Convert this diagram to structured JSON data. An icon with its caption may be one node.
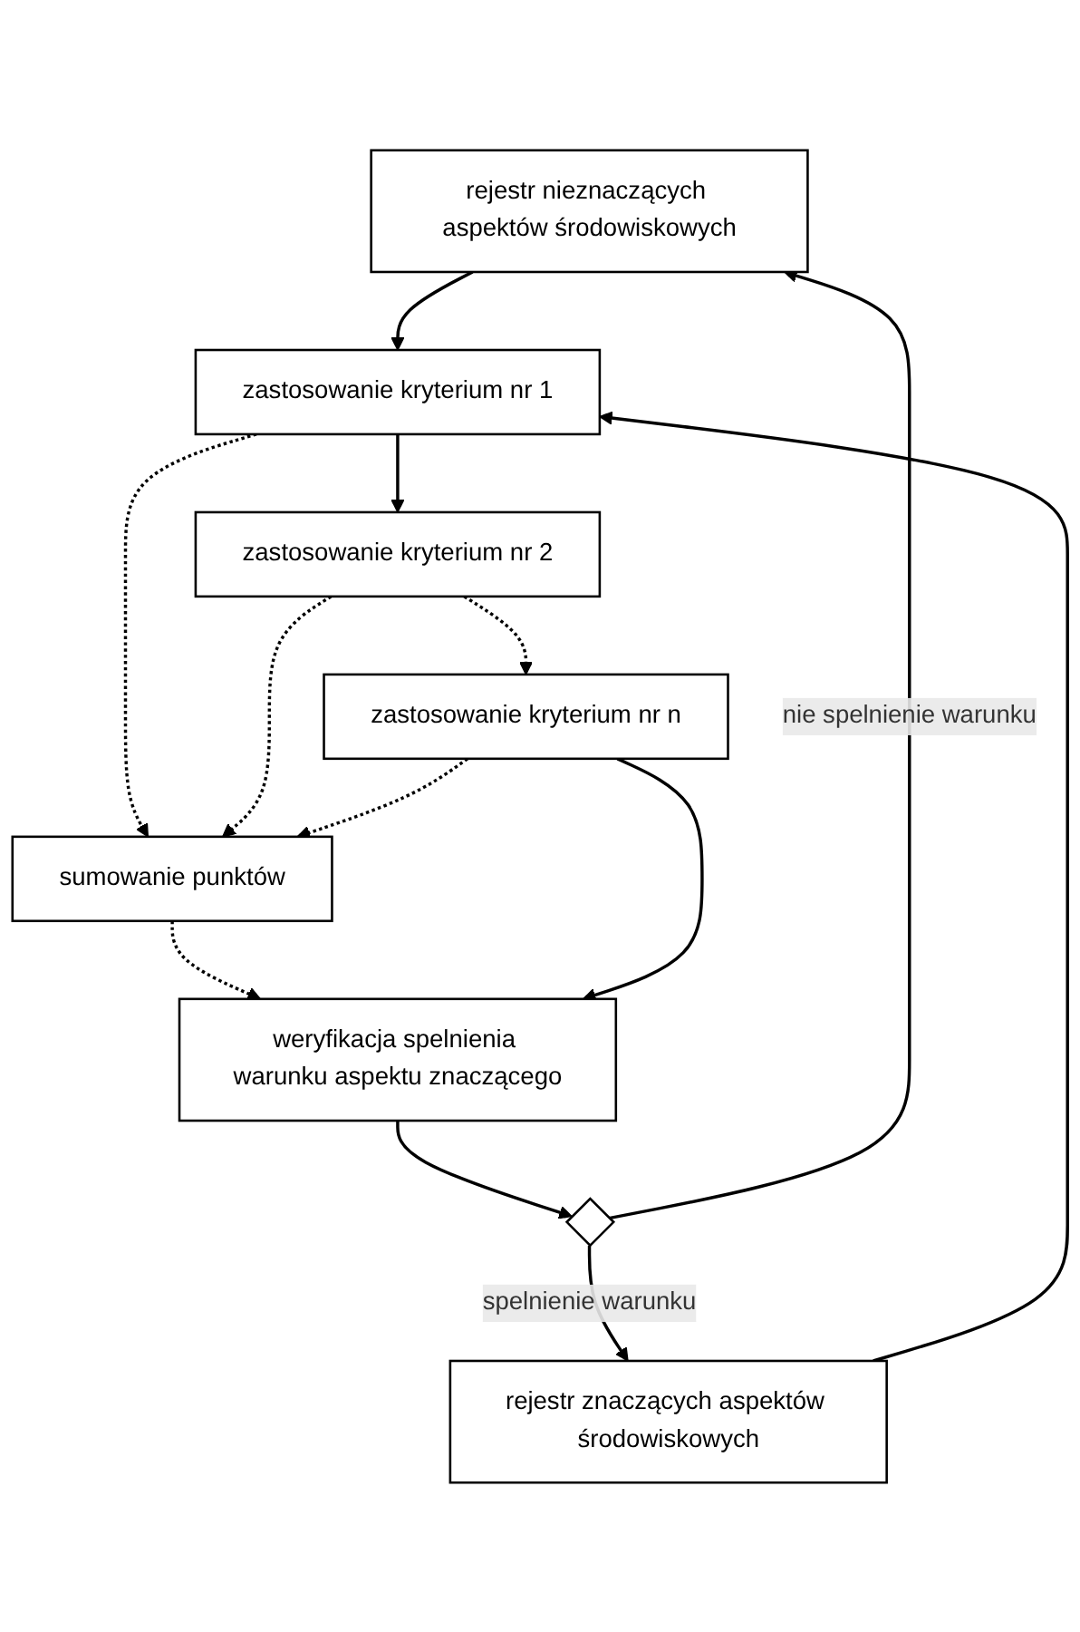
{
  "diagram": {
    "nodes": [
      {
        "text": [
          "rejestr nieznaczących aspektów środowiskowych"
        ]
      },
      {
        "text": [
          "rejestr znaczących aspektów środowiskowych"
        ]
      },
      {
        "text": [
          "zastosowanie kryterium nr 1"
        ]
      },
      {
        "text": [
          "zastosowanie kryterium nr 2"
        ]
      },
      {
        "text": [
          "zastosowanie kryterium nr n"
        ]
      },
      {
        "text": [
          "sumowanie  punktów"
        ]
      },
      {
        "text": [
          "weryfikacja spelnienia warunku aspektu znaczącego"
        ]
      },
      {
        "text": [],
        "shape": "diamond"
      }
    ],
    "edges": [
      {
        "from": 0,
        "to": 2,
        "arrow": "to"
      },
      {
        "from": 1,
        "to": 2,
        "arrow": "to"
      },
      {
        "from": 2,
        "to": 3,
        "arrow": "to"
      },
      {
        "from": 3,
        "to": 4,
        "arrow": "to",
        "style": "dashed"
      },
      {
        "from": 2,
        "to": 5,
        "arrow": "to",
        "style": "dashed"
      },
      {
        "from": 3,
        "to": 5,
        "arrow": "to",
        "style": "dashed"
      },
      {
        "from": 4,
        "to": 5,
        "arrow": "to",
        "style": "dashed"
      },
      {
        "from": 5,
        "to": 6,
        "arrow": "to",
        "style": "dashed"
      },
      {
        "from": 4,
        "to": 6,
        "arrow": "to"
      },
      {
        "from": 6,
        "to": 7,
        "arrow": "to"
      },
      {
        "from": 7,
        "to": 1,
        "arrow": "to",
        "label": "spelnienie warunku"
      },
      {
        "from": 7,
        "to": 0,
        "arrow": "to",
        "label": "nie spelnienie warunku"
      }
    ]
  }
}
